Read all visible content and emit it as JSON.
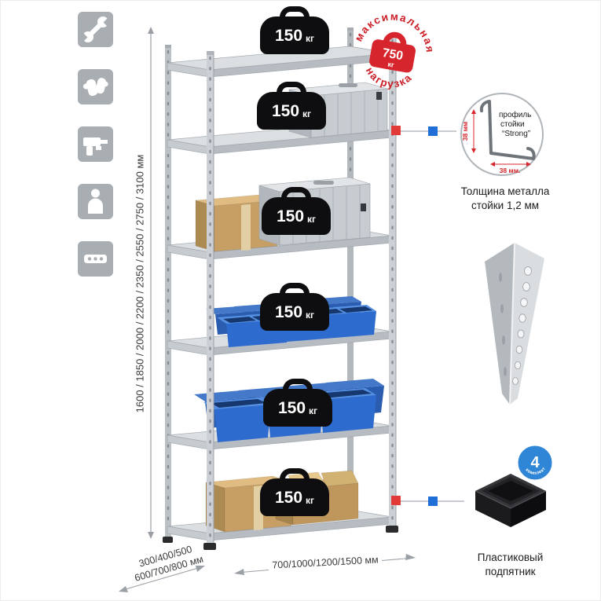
{
  "colors": {
    "accent_red": "#d6252c",
    "stamp_text_red": "#cc2128",
    "marker_red": "#e23a36",
    "marker_blue": "#1f6fd6",
    "badge_blue": "#2f86d6",
    "bin_blue": "#2e6bce",
    "metal_gray": "#c7ccd1",
    "weight_black": "#0e0e10",
    "icon_tile_gray": "#a9aeb3"
  },
  "legend_icons": [
    "wrench",
    "gloves",
    "drill",
    "person",
    "perforated-profile"
  ],
  "shelf_weights": [
    {
      "value": "150",
      "unit": "кг"
    },
    {
      "value": "150",
      "unit": "кг"
    },
    {
      "value": "150",
      "unit": "кг"
    },
    {
      "value": "150",
      "unit": "кг"
    },
    {
      "value": "150",
      "unit": "кг"
    },
    {
      "value": "150",
      "unit": "кг"
    }
  ],
  "stamp": {
    "arc_top": "максимальная",
    "arc_bottom": "нагрузка",
    "value": "750",
    "unit": "кг"
  },
  "dimensions": {
    "height": "1600 / 1850 / 2000 / 2200 / 2350 / 2550 / 2750 / 3100 мм",
    "depth_line1": "300/400/500",
    "depth_line2": "600/700/800 мм",
    "width": "700/1000/1200/1500 мм"
  },
  "profile_callout": {
    "line1": "профиль",
    "line2": "стойки",
    "line3": "“Strong”",
    "dim_v": "38 мм",
    "dim_h": "38 мм.",
    "caption1": "Толщина металла",
    "caption2": "стойки 1,2 мм"
  },
  "foot_callout": {
    "badge_number": "4",
    "badge_text": "в комплекте",
    "caption1": "Пластиковый",
    "caption2": "подпятник"
  }
}
